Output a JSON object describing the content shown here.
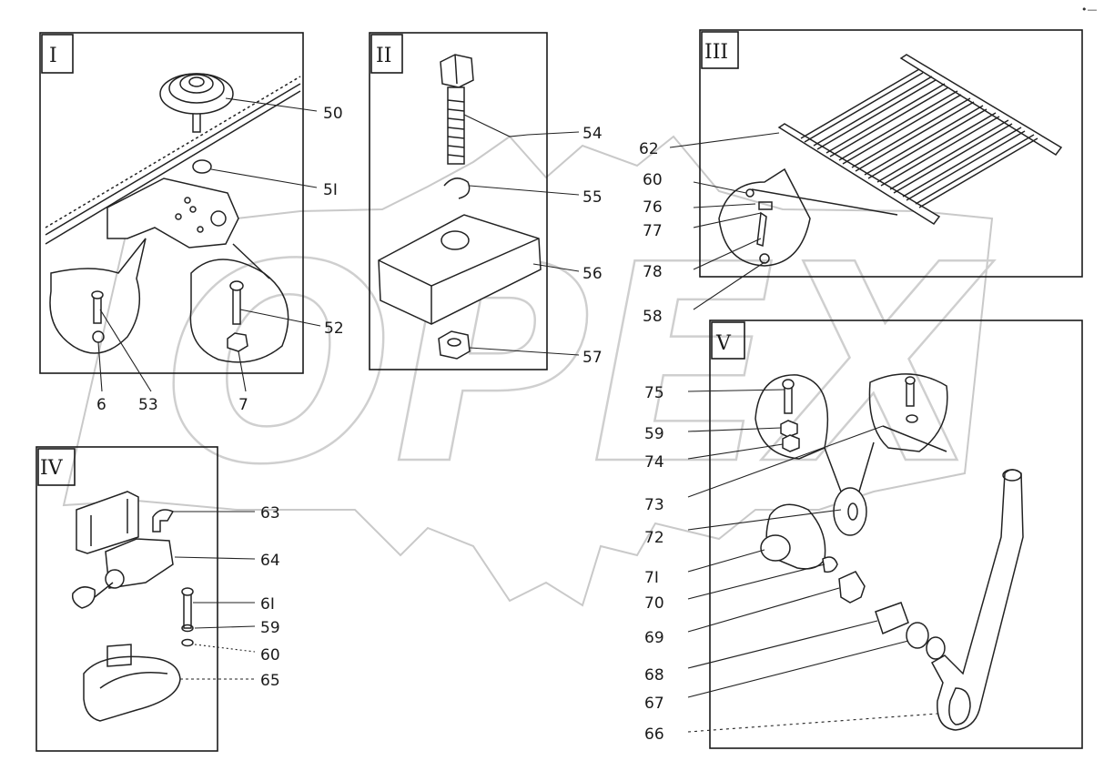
{
  "watermark": "OPEX",
  "corner_mark": "•—",
  "panels": [
    {
      "id": "I",
      "roman": "I",
      "labels": [
        "50",
        "5I",
        "52",
        "53",
        "6",
        "7"
      ]
    },
    {
      "id": "II",
      "roman": "II",
      "labels": [
        "54",
        "55",
        "56",
        "57"
      ]
    },
    {
      "id": "III",
      "roman": "III",
      "labels": [
        "62",
        "60",
        "76",
        "77",
        "78",
        "58"
      ]
    },
    {
      "id": "IV",
      "roman": "IV",
      "labels": [
        "63",
        "64",
        "6I",
        "59",
        "60",
        "65"
      ]
    },
    {
      "id": "V",
      "roman": "V",
      "labels": [
        "75",
        "59",
        "74",
        "73",
        "72",
        "7I",
        "70",
        "69",
        "68",
        "67",
        "66"
      ]
    }
  ],
  "colors": {
    "ink": "#1a1a1a",
    "watermark": "#c9c9c9",
    "paper": "#ffffff"
  }
}
